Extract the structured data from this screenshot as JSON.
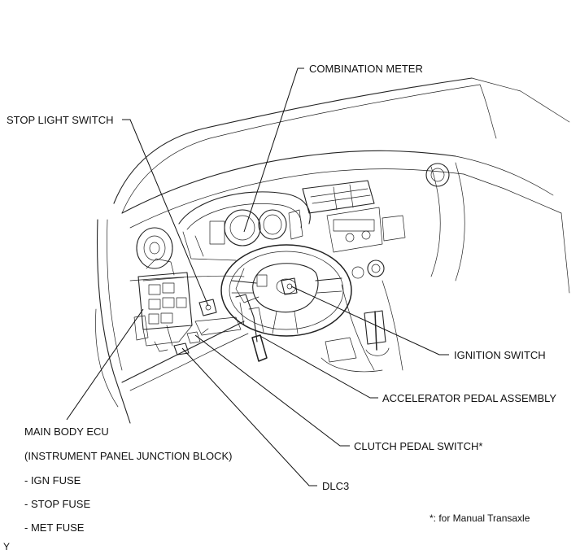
{
  "labels": {
    "combination_meter": "COMBINATION METER",
    "stop_light_switch": "STOP LIGHT SWITCH",
    "ignition_switch": "IGNITION SWITCH",
    "accelerator_pedal_assembly": "ACCELERATOR PEDAL ASSEMBLY",
    "clutch_pedal_switch": "CLUTCH PEDAL SWITCH*",
    "dlc3": "DLC3",
    "main_body_ecu": "MAIN BODY ECU",
    "instrument_panel_junction_block": "(INSTRUMENT PANEL JUNCTION BLOCK)",
    "ign_fuse": "- IGN FUSE",
    "stop_fuse": "- STOP FUSE",
    "met_fuse": "- MET FUSE"
  },
  "footnote": "*: for Manual Transaxle",
  "corner_mark": "Y"
}
